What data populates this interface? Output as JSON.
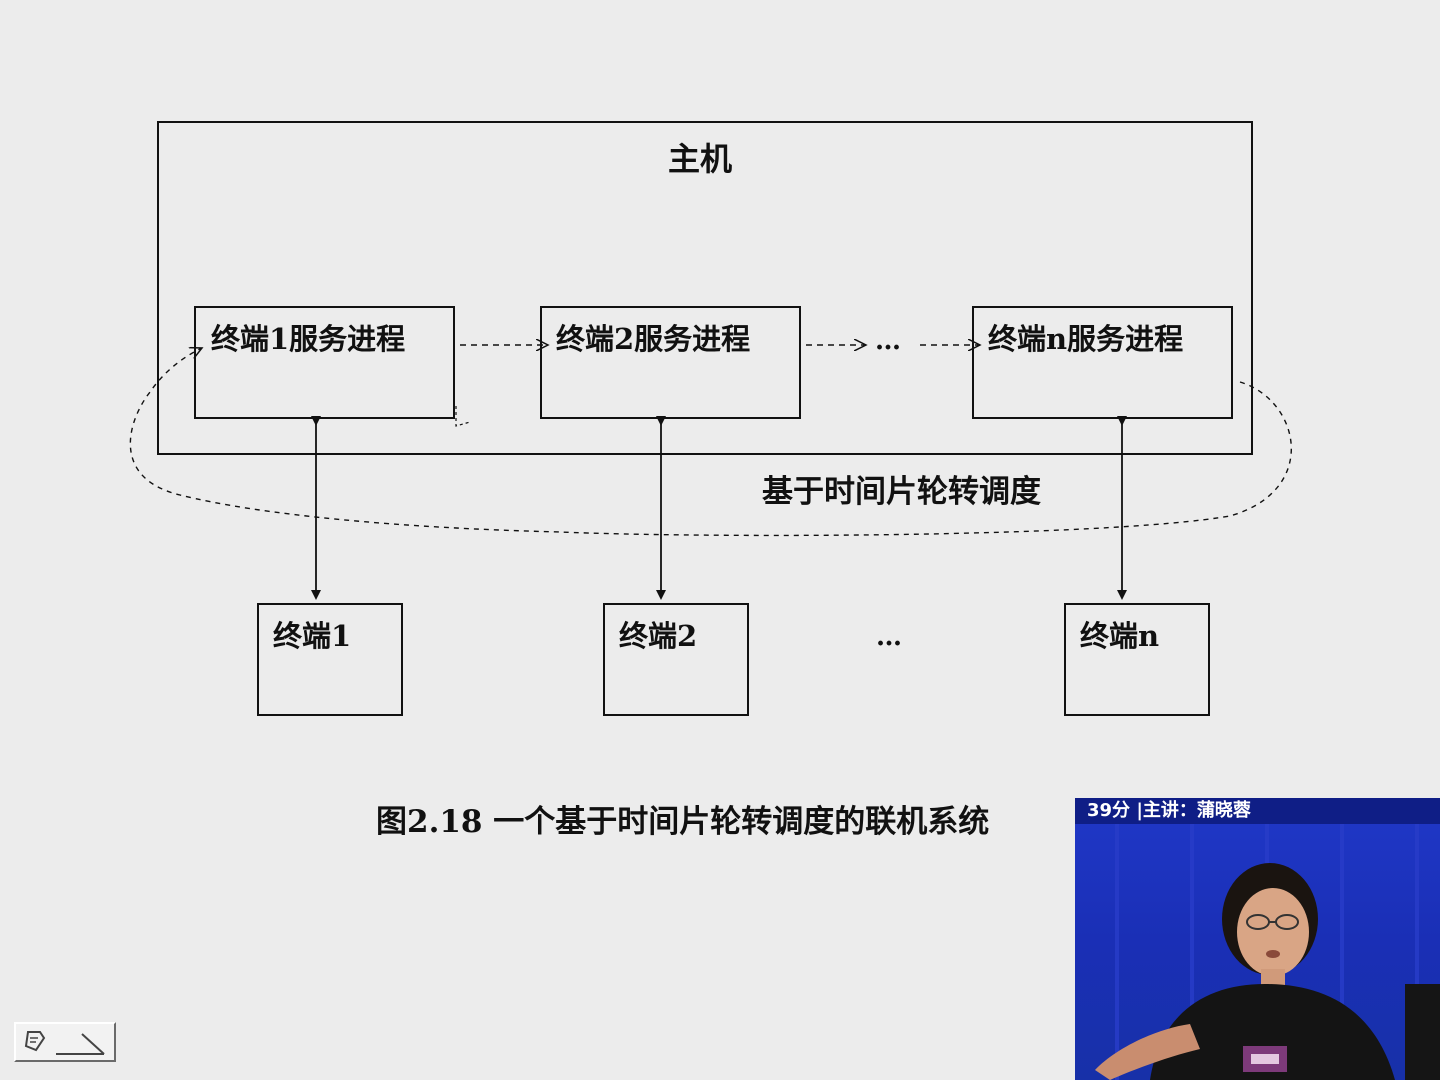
{
  "diagram": {
    "host_label": "主机",
    "processes": [
      {
        "label": "终端1服务进程"
      },
      {
        "label": "终端2服务进程"
      },
      {
        "label": "终端n服务进程"
      }
    ],
    "process_ellipsis": "…",
    "terminals": [
      {
        "label": "终端1"
      },
      {
        "label": "终端2"
      },
      {
        "label": "终端n"
      }
    ],
    "terminal_ellipsis": "…",
    "scheduling_label": "基于时间片轮转调度",
    "caption": "图2.18 一个基于时间片轮转调度的联机系统"
  },
  "video_overlay": {
    "banner_text": "39分 |主讲：蒲晓蓉"
  },
  "colors": {
    "background": "#ececec",
    "line": "#111111",
    "video_blue": "#1a2fb6"
  }
}
